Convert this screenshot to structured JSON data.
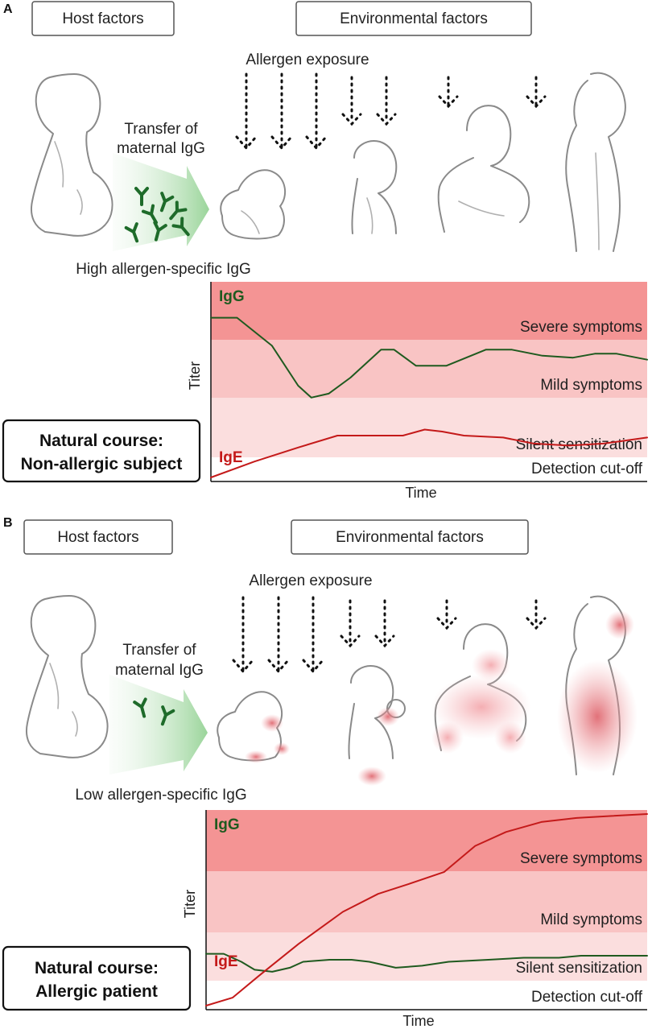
{
  "panels": [
    {
      "letter": "A",
      "host_factors": "Host factors",
      "environmental_factors": "Environmental factors",
      "allergen_exposure": "Allergen exposure",
      "transfer_line1": "Transfer of",
      "transfer_line2": "maternal IgG",
      "antibody_label": "High allergen-specific IgG",
      "course_line1": "Natural course:",
      "course_line2": "Non-allergic subject"
    },
    {
      "letter": "B",
      "host_factors": "Host factors",
      "environmental_factors": "Environmental factors",
      "allergen_exposure": "Allergen exposure",
      "transfer_line1": "Transfer of",
      "transfer_line2": "maternal IgG",
      "antibody_label": "Low allergen-specific IgG",
      "course_line1": "Natural course:",
      "course_line2": "Allergic patient"
    }
  ],
  "chart_data": [
    {
      "type": "line",
      "xlabel": "Time",
      "ylabel": "Titer",
      "bands": [
        "Severe symptoms",
        "Mild symptoms",
        "Silent sensitization",
        "Detection cut-off"
      ],
      "band_colors": [
        "#f49494",
        "#f9c4c4",
        "#fbdede",
        "#ffffff"
      ],
      "series": [
        {
          "name": "IgG",
          "color": "#1f5a1f",
          "points": [
            [
              0.0,
              0.82
            ],
            [
              0.06,
              0.82
            ],
            [
              0.14,
              0.68
            ],
            [
              0.2,
              0.48
            ],
            [
              0.23,
              0.42
            ],
            [
              0.27,
              0.44
            ],
            [
              0.32,
              0.52
            ],
            [
              0.39,
              0.66
            ],
            [
              0.42,
              0.66
            ],
            [
              0.47,
              0.58
            ],
            [
              0.54,
              0.58
            ],
            [
              0.63,
              0.66
            ],
            [
              0.69,
              0.66
            ],
            [
              0.76,
              0.63
            ],
            [
              0.83,
              0.62
            ],
            [
              0.88,
              0.64
            ],
            [
              0.93,
              0.64
            ],
            [
              1.0,
              0.61
            ]
          ]
        },
        {
          "name": "IgE",
          "color": "#c41a1a",
          "points": [
            [
              0.0,
              0.02
            ],
            [
              0.1,
              0.1
            ],
            [
              0.2,
              0.17
            ],
            [
              0.29,
              0.23
            ],
            [
              0.37,
              0.23
            ],
            [
              0.44,
              0.23
            ],
            [
              0.49,
              0.26
            ],
            [
              0.53,
              0.25
            ],
            [
              0.58,
              0.23
            ],
            [
              0.67,
              0.22
            ],
            [
              0.74,
              0.19
            ],
            [
              0.82,
              0.18
            ],
            [
              0.9,
              0.19
            ],
            [
              1.0,
              0.22
            ]
          ]
        }
      ]
    },
    {
      "type": "line",
      "xlabel": "Time",
      "ylabel": "Titer",
      "bands": [
        "Severe symptoms",
        "Mild symptoms",
        "Silent sensitization",
        "Detection cut-off"
      ],
      "band_colors": [
        "#f49494",
        "#f9c4c4",
        "#fbdede",
        "#ffffff"
      ],
      "series": [
        {
          "name": "IgG",
          "color": "#1f5a1f",
          "points": [
            [
              0.0,
              0.28
            ],
            [
              0.04,
              0.28
            ],
            [
              0.08,
              0.24
            ],
            [
              0.11,
              0.2
            ],
            [
              0.15,
              0.19
            ],
            [
              0.19,
              0.21
            ],
            [
              0.22,
              0.24
            ],
            [
              0.28,
              0.25
            ],
            [
              0.33,
              0.25
            ],
            [
              0.37,
              0.24
            ],
            [
              0.43,
              0.21
            ],
            [
              0.49,
              0.22
            ],
            [
              0.55,
              0.24
            ],
            [
              0.64,
              0.25
            ],
            [
              0.72,
              0.26
            ],
            [
              0.8,
              0.26
            ],
            [
              0.85,
              0.27
            ],
            [
              0.92,
              0.27
            ],
            [
              1.0,
              0.27
            ]
          ]
        },
        {
          "name": "IgE",
          "color": "#c41a1a",
          "points": [
            [
              0.0,
              0.02
            ],
            [
              0.06,
              0.06
            ],
            [
              0.12,
              0.17
            ],
            [
              0.21,
              0.33
            ],
            [
              0.31,
              0.49
            ],
            [
              0.39,
              0.58
            ],
            [
              0.46,
              0.63
            ],
            [
              0.54,
              0.69
            ],
            [
              0.61,
              0.82
            ],
            [
              0.68,
              0.89
            ],
            [
              0.76,
              0.94
            ],
            [
              0.84,
              0.96
            ],
            [
              0.92,
              0.97
            ],
            [
              1.0,
              0.98
            ]
          ]
        }
      ]
    }
  ]
}
